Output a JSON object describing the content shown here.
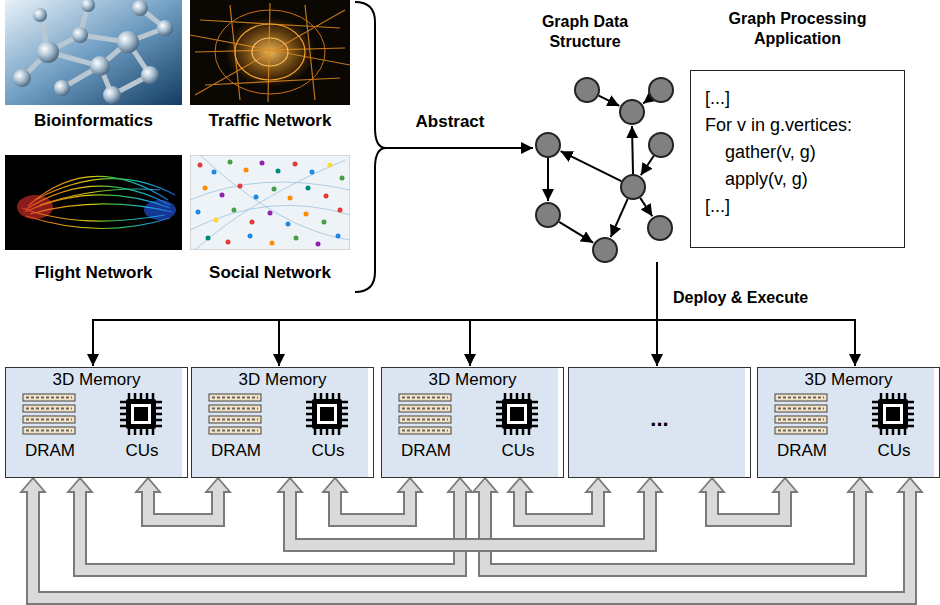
{
  "diagram": {
    "nodes": [
      {
        "text": [
          "Bioinformatics"
        ]
      },
      {
        "text": [
          "Traffic Network"
        ]
      },
      {
        "text": [
          "Flight Network"
        ]
      },
      {
        "text": [
          "Social Network"
        ]
      },
      {
        "text": [
          "Graph Processing Application",
          "[...]",
          "For v in g.vertices:",
          "gather(v, g)",
          "apply(v, g)",
          "[...]"
        ]
      },
      {
        "text": [
          "3D Memory",
          "DRAM",
          "CUs"
        ]
      },
      {
        "text": [
          "3D Memory",
          "DRAM",
          "CUs"
        ]
      },
      {
        "text": [
          "3D Memory",
          "DRAM",
          "CUs"
        ]
      },
      {
        "text": [
          "..."
        ]
      },
      {
        "text": [
          "3D Memory",
          "DRAM",
          "CUs"
        ]
      }
    ],
    "edges": [
      {
        "from": 5,
        "to": 6,
        "arrow": "both"
      },
      {
        "from": 6,
        "to": 7,
        "arrow": "both"
      },
      {
        "from": 7,
        "to": 8,
        "arrow": "both"
      },
      {
        "from": 8,
        "to": 9,
        "arrow": "both"
      },
      {
        "from": 6,
        "to": 8,
        "arrow": "both"
      },
      {
        "from": 5,
        "to": 7,
        "arrow": "both"
      },
      {
        "from": 7,
        "to": 9,
        "arrow": "both"
      },
      {
        "from": 5,
        "to": 9,
        "arrow": "both"
      }
    ],
    "labels": [
      "Graph Data Structure",
      "Abstract",
      "Deploy & Execute"
    ]
  }
}
